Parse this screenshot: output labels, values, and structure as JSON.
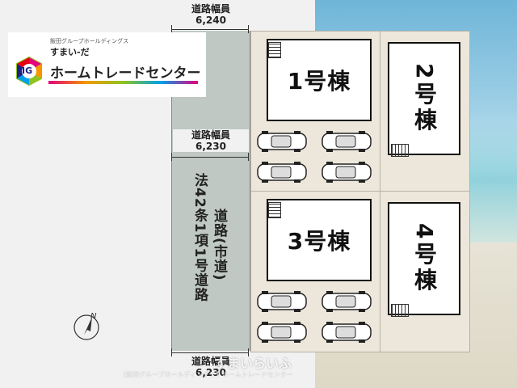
{
  "logo": {
    "group_line": "飯田グループホールディングス",
    "sub_line": "すまい-だ",
    "main_line": "ホームトレードセンター",
    "mark_text": "IG",
    "colors": [
      "#e4007f",
      "#f39800",
      "#8fc31f",
      "#00a0e9"
    ]
  },
  "road_width_labels": [
    {
      "caption": "道路幅員",
      "value": "6,240"
    },
    {
      "caption": "道路幅員",
      "value": "6,230"
    },
    {
      "caption": "道路幅員",
      "value": "6,230"
    }
  ],
  "road_vertical_label": "法42条1項1号道路",
  "road_vertical_label_2": "道路(市道)",
  "houses": [
    {
      "label": "1号棟"
    },
    {
      "label": "2号棟"
    },
    {
      "label": "3号棟"
    },
    {
      "label": "4号棟"
    }
  ],
  "north_label": "N",
  "watermark": "すまいらいふ",
  "footer_text": "【飯田グループホールディングス】ホームトレードセンター",
  "icons": [
    "north-arrow-icon",
    "car-icon",
    "stairs-icon"
  ]
}
